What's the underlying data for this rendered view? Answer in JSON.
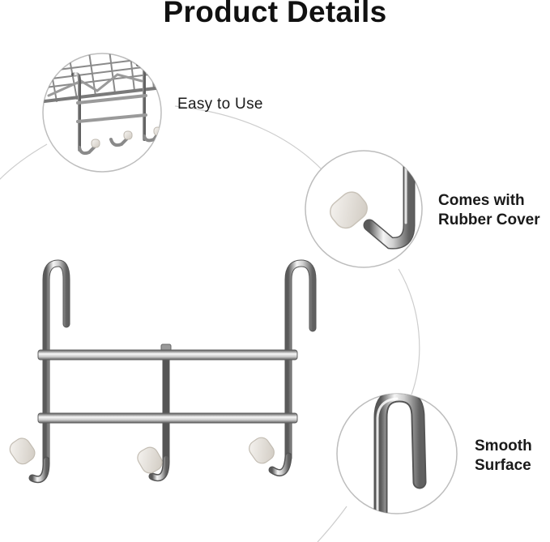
{
  "header": {
    "title": "Product Details"
  },
  "callouts": {
    "easy_to_use": "Easy to Use",
    "rubber_cover_line1": "Comes with",
    "rubber_cover_line2": "Rubber Cover",
    "smooth_line1": "Smooth",
    "smooth_line2": "Surface"
  },
  "colors": {
    "chrome_dark": "#6e6e6e",
    "chrome_light": "#f2f2f2",
    "rubber_cap": "#e6e2dc",
    "guide_line": "#c8c8c8"
  }
}
